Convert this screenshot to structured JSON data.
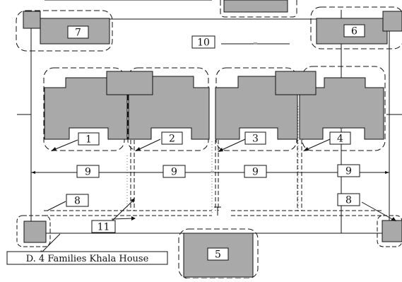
{
  "diagram": {
    "labels": {
      "l1": "1",
      "l2": "2",
      "l3": "3",
      "l4": "4",
      "l5": "5",
      "l6": "6",
      "l7": "7",
      "l8a": "8",
      "l8b": "8",
      "l9a": "9",
      "l9b": "9",
      "l9c": "9",
      "l9d": "9",
      "l10": "10",
      "l11": "11"
    },
    "caption": "D. 4 Families Khala House",
    "colors": {
      "fill": "#a9a9a9",
      "stroke": "#111111",
      "background": "#ffffff"
    }
  }
}
